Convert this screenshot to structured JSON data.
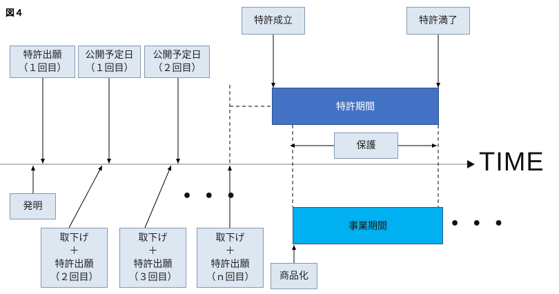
{
  "figure_label": "図４",
  "time_label": "TIME",
  "top_boxes": {
    "filing1": [
      "特許出願",
      "（１回目）"
    ],
    "pub1": [
      "公開予定日",
      "（１回目）"
    ],
    "pub2": [
      "公開予定日",
      "（２回目）"
    ],
    "grant": "特許成立",
    "expire": "特許満了"
  },
  "bars": {
    "patent_term": "特許期間",
    "protection": "保護",
    "business_term": "事業期間"
  },
  "bottom_boxes": {
    "invention": "発明",
    "withdraw2": [
      "取下げ",
      "＋",
      "特許出願",
      "（２回目）"
    ],
    "withdraw3": [
      "取下げ",
      "＋",
      "特許出願",
      "（３回目）"
    ],
    "withdrawn": [
      "取下げ",
      "＋",
      "特許出願",
      "（ｎ回目）"
    ],
    "commercialize": "商品化"
  },
  "ellipsis": "• • •",
  "colors": {
    "box_fill": "#dde7f2",
    "box_border": "#8497b0",
    "patent_bar": "#4472c4",
    "business_bar": "#00b0f0",
    "timeline": "#999999"
  }
}
